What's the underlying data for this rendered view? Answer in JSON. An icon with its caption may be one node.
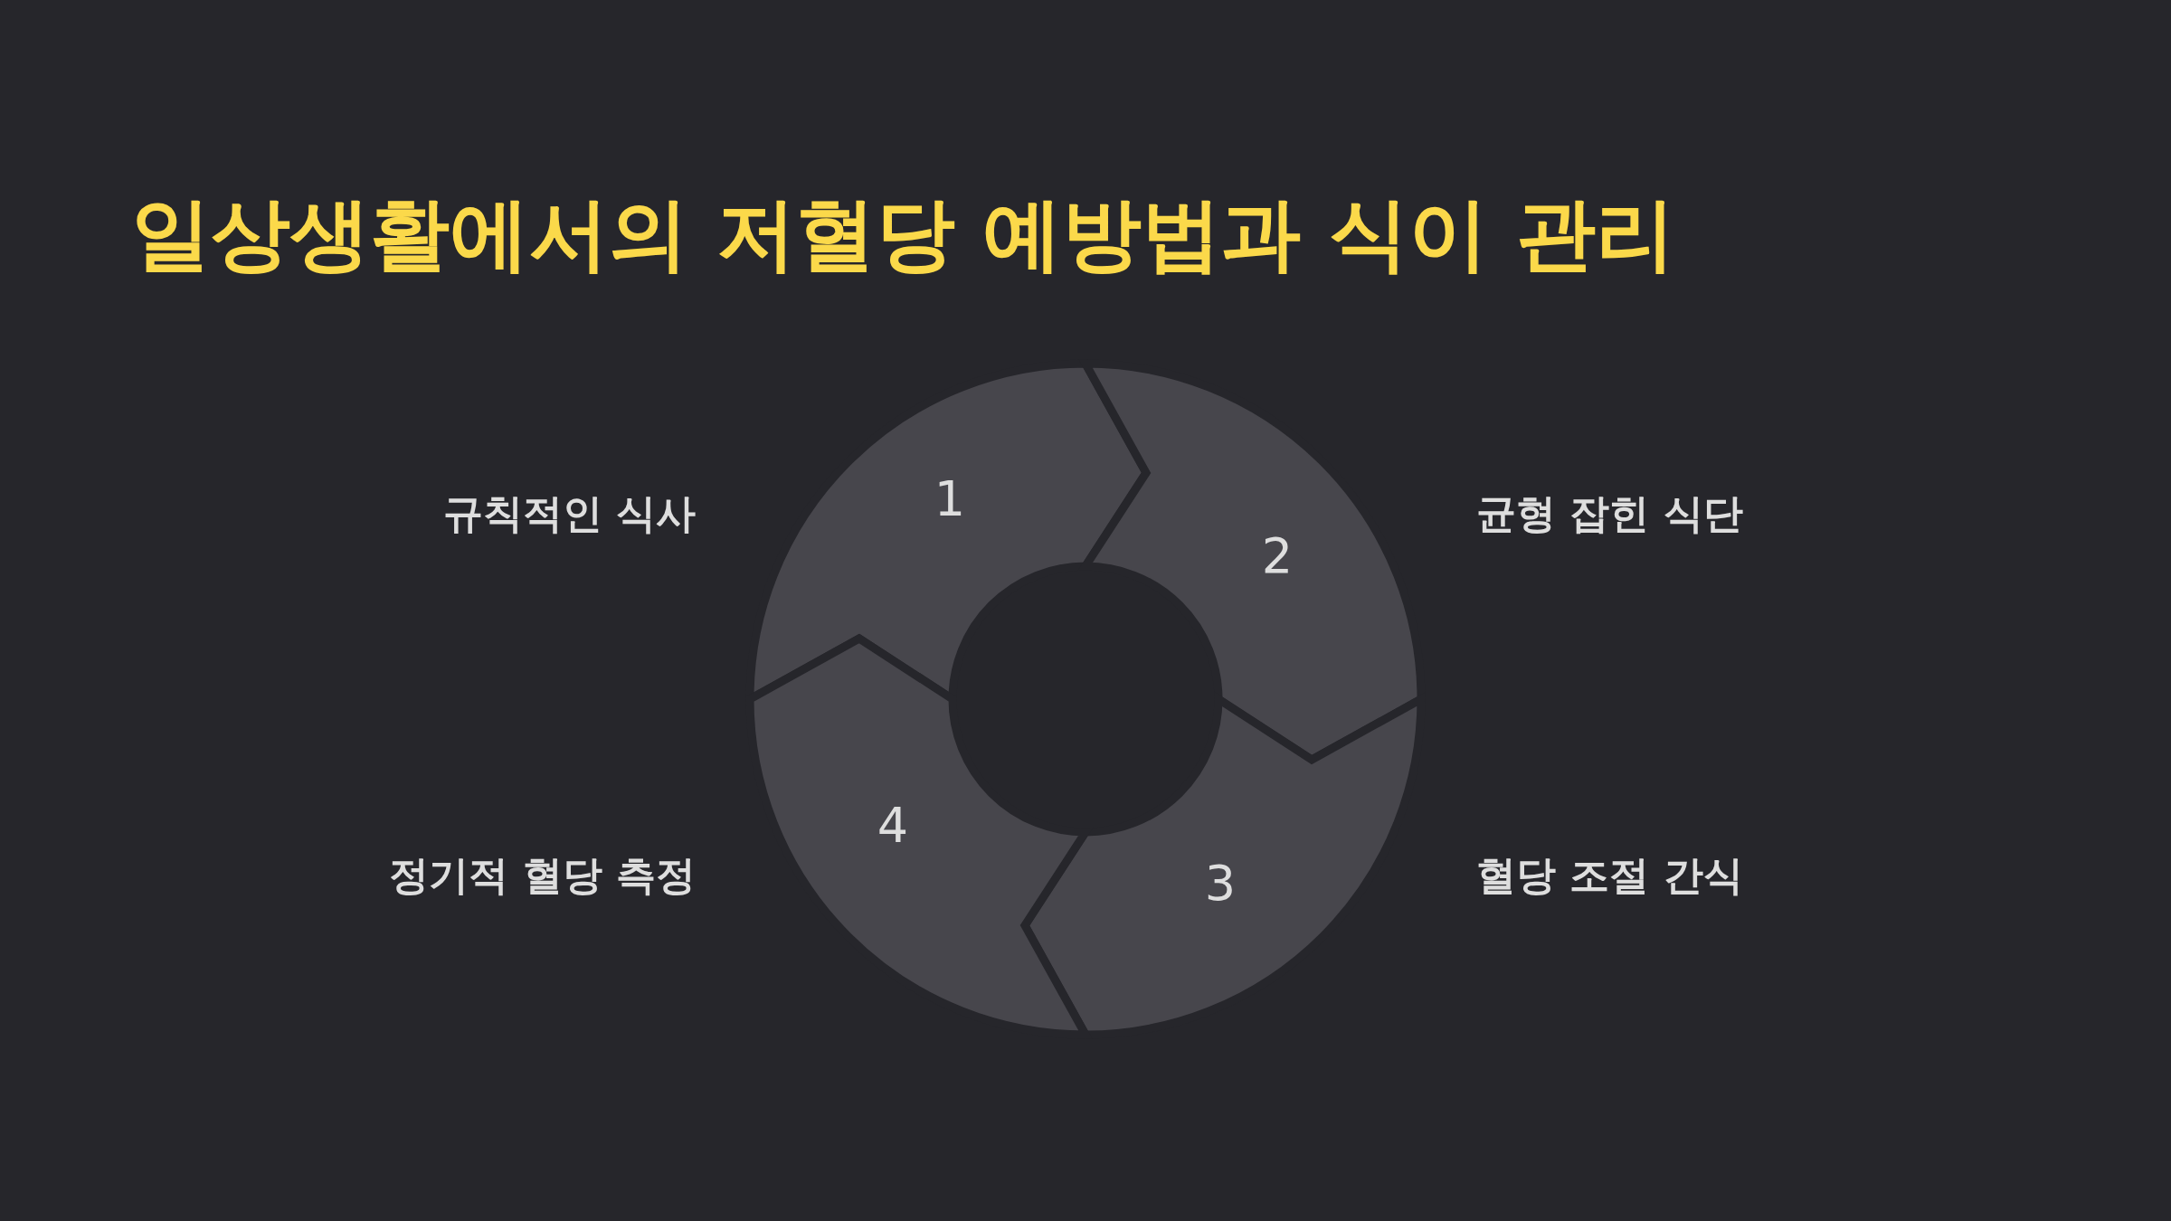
{
  "diagram": {
    "title": "일상생활에서의 저혈당 예방법과 식이 관리",
    "nodes": [
      {
        "text": [
          "1"
        ],
        "beside": [
          "규칙적인 식사"
        ]
      },
      {
        "text": [
          "2"
        ],
        "beside": [
          "균형 잡힌 식단"
        ]
      },
      {
        "text": [
          "3"
        ],
        "beside": [
          "혈당 조절 간식"
        ]
      },
      {
        "text": [
          "4"
        ],
        "beside": [
          "정기적 혈당 측정"
        ]
      }
    ]
  }
}
